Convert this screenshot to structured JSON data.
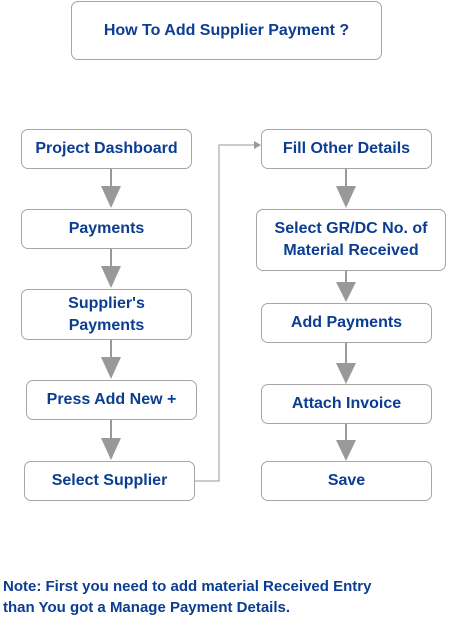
{
  "title": "How To Add Supplier Payment ?",
  "steps_left": [
    "Project Dashboard",
    "Payments",
    "Supplier's Payments",
    "Press Add New +",
    "Select Supplier"
  ],
  "steps_right": [
    "Fill Other Details",
    "Select GR/DC No. of Material Received",
    "Add Payments",
    "Attach Invoice",
    "Save"
  ],
  "note": {
    "line1": "Note: First you need to add material Received Entry",
    "line2": "than You got a Manage Payment Details."
  },
  "colors": {
    "text": "#0b3d91",
    "border": "#a6a6a6",
    "arrow": "#999999"
  }
}
